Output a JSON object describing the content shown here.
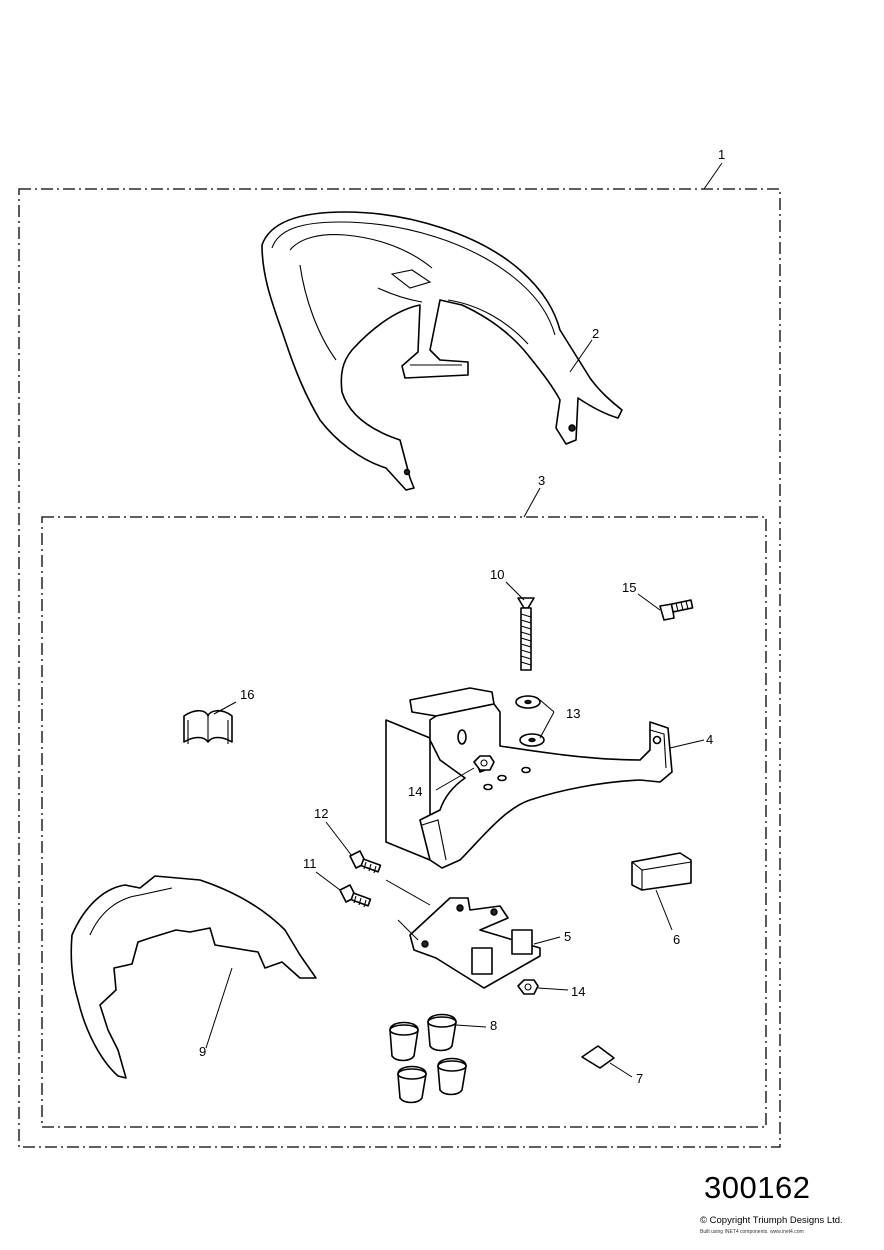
{
  "callouts": {
    "c1": "1",
    "c2": "2",
    "c3": "3",
    "c4": "4",
    "c5": "5",
    "c6": "6",
    "c7": "7",
    "c8": "8",
    "c9": "9",
    "c10": "10",
    "c11": "11",
    "c12": "12",
    "c13": "13",
    "c14a": "14",
    "c14b": "14",
    "c15": "15",
    "c16": "16"
  },
  "drawing_number": "300162",
  "copyright": "© Copyright Triumph Designs Ltd.",
  "subline": "Built using INET4 components. www.inet4.com"
}
